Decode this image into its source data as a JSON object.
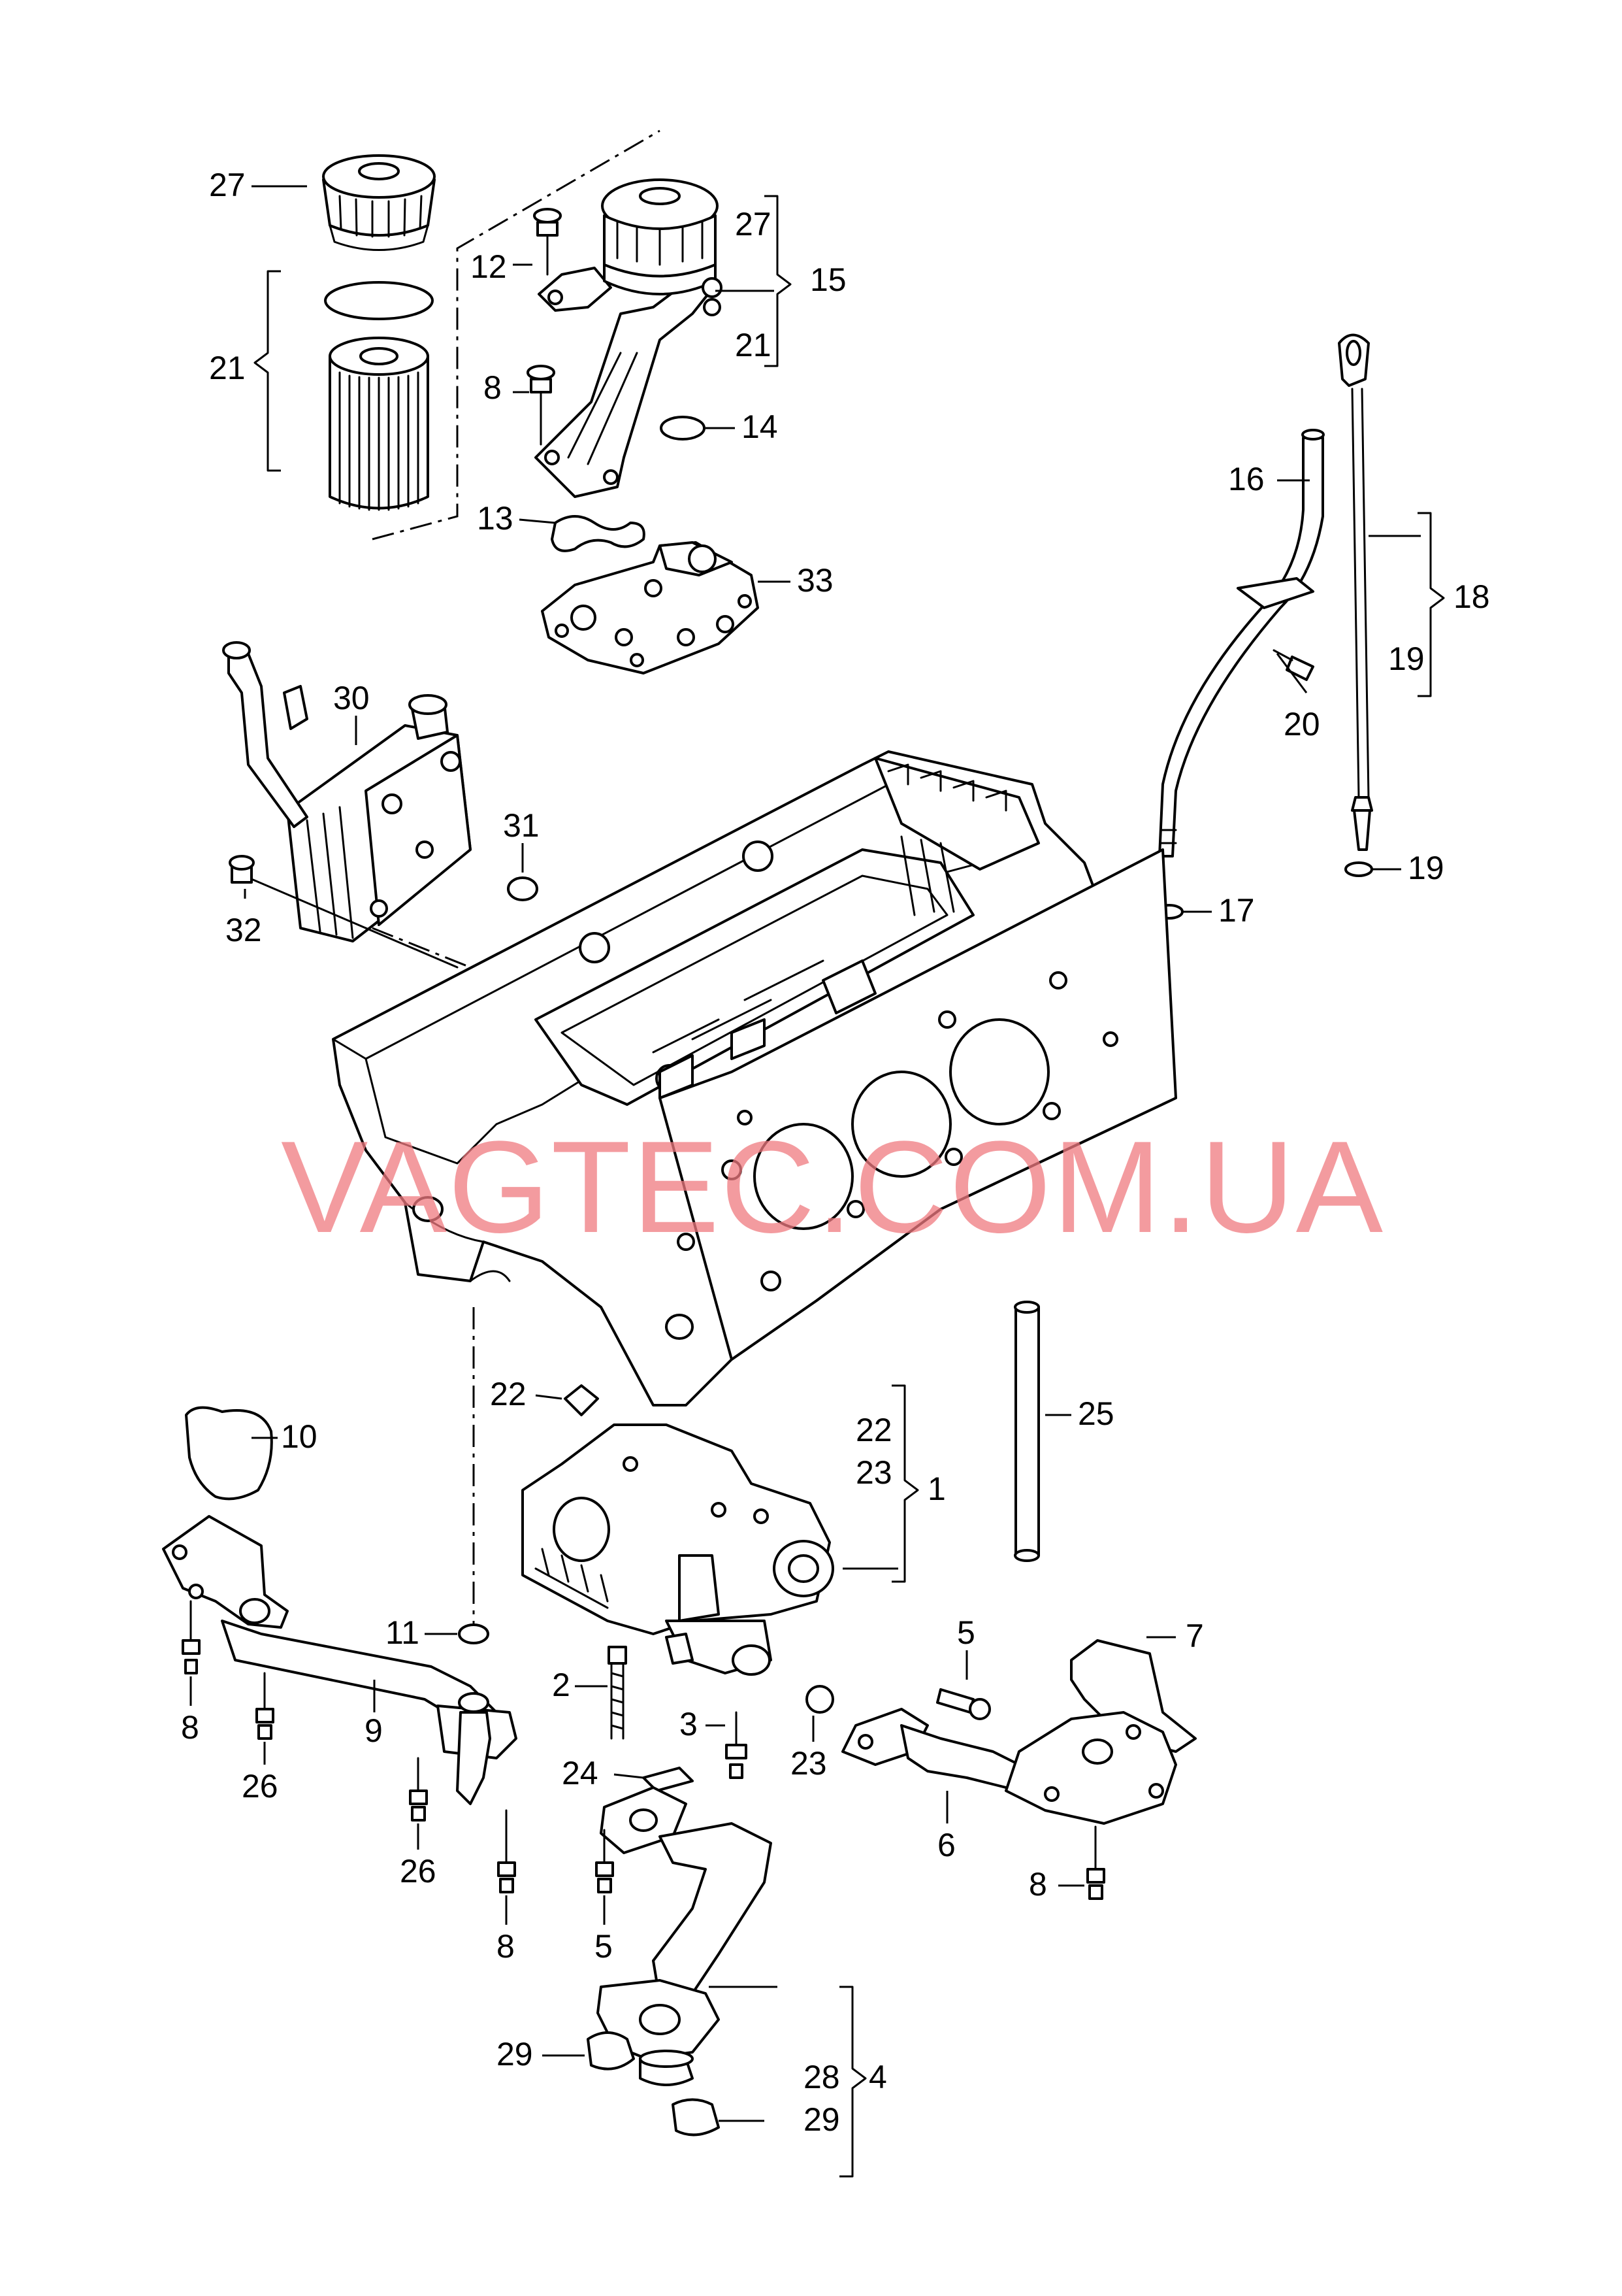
{
  "watermark": "VAGTEC.COM.UA",
  "callouts": {
    "c27a": "27",
    "c12": "12",
    "c27b": "27",
    "c15": "15",
    "c21a": "21",
    "c21b": "21",
    "c8a": "8",
    "c14": "14",
    "c13": "13",
    "c33": "33",
    "c16": "16",
    "c18": "18",
    "c19a": "19",
    "c20": "20",
    "c19b": "19",
    "c17": "17",
    "c30": "30",
    "c31": "31",
    "c32": "32",
    "c22a": "22",
    "c22b": "22",
    "c23a": "23",
    "c1": "1",
    "c25": "25",
    "c10": "10",
    "c11": "11",
    "c2": "2",
    "c3": "3",
    "c23b": "23",
    "c24": "24",
    "c5a": "5",
    "c7": "7",
    "c9": "9",
    "c8b": "8",
    "c26a": "26",
    "c26b": "26",
    "c8c": "8",
    "c6": "6",
    "c8d": "8",
    "c5b": "5",
    "c4": "4",
    "c29a": "29",
    "c28": "28",
    "c29b": "29"
  }
}
